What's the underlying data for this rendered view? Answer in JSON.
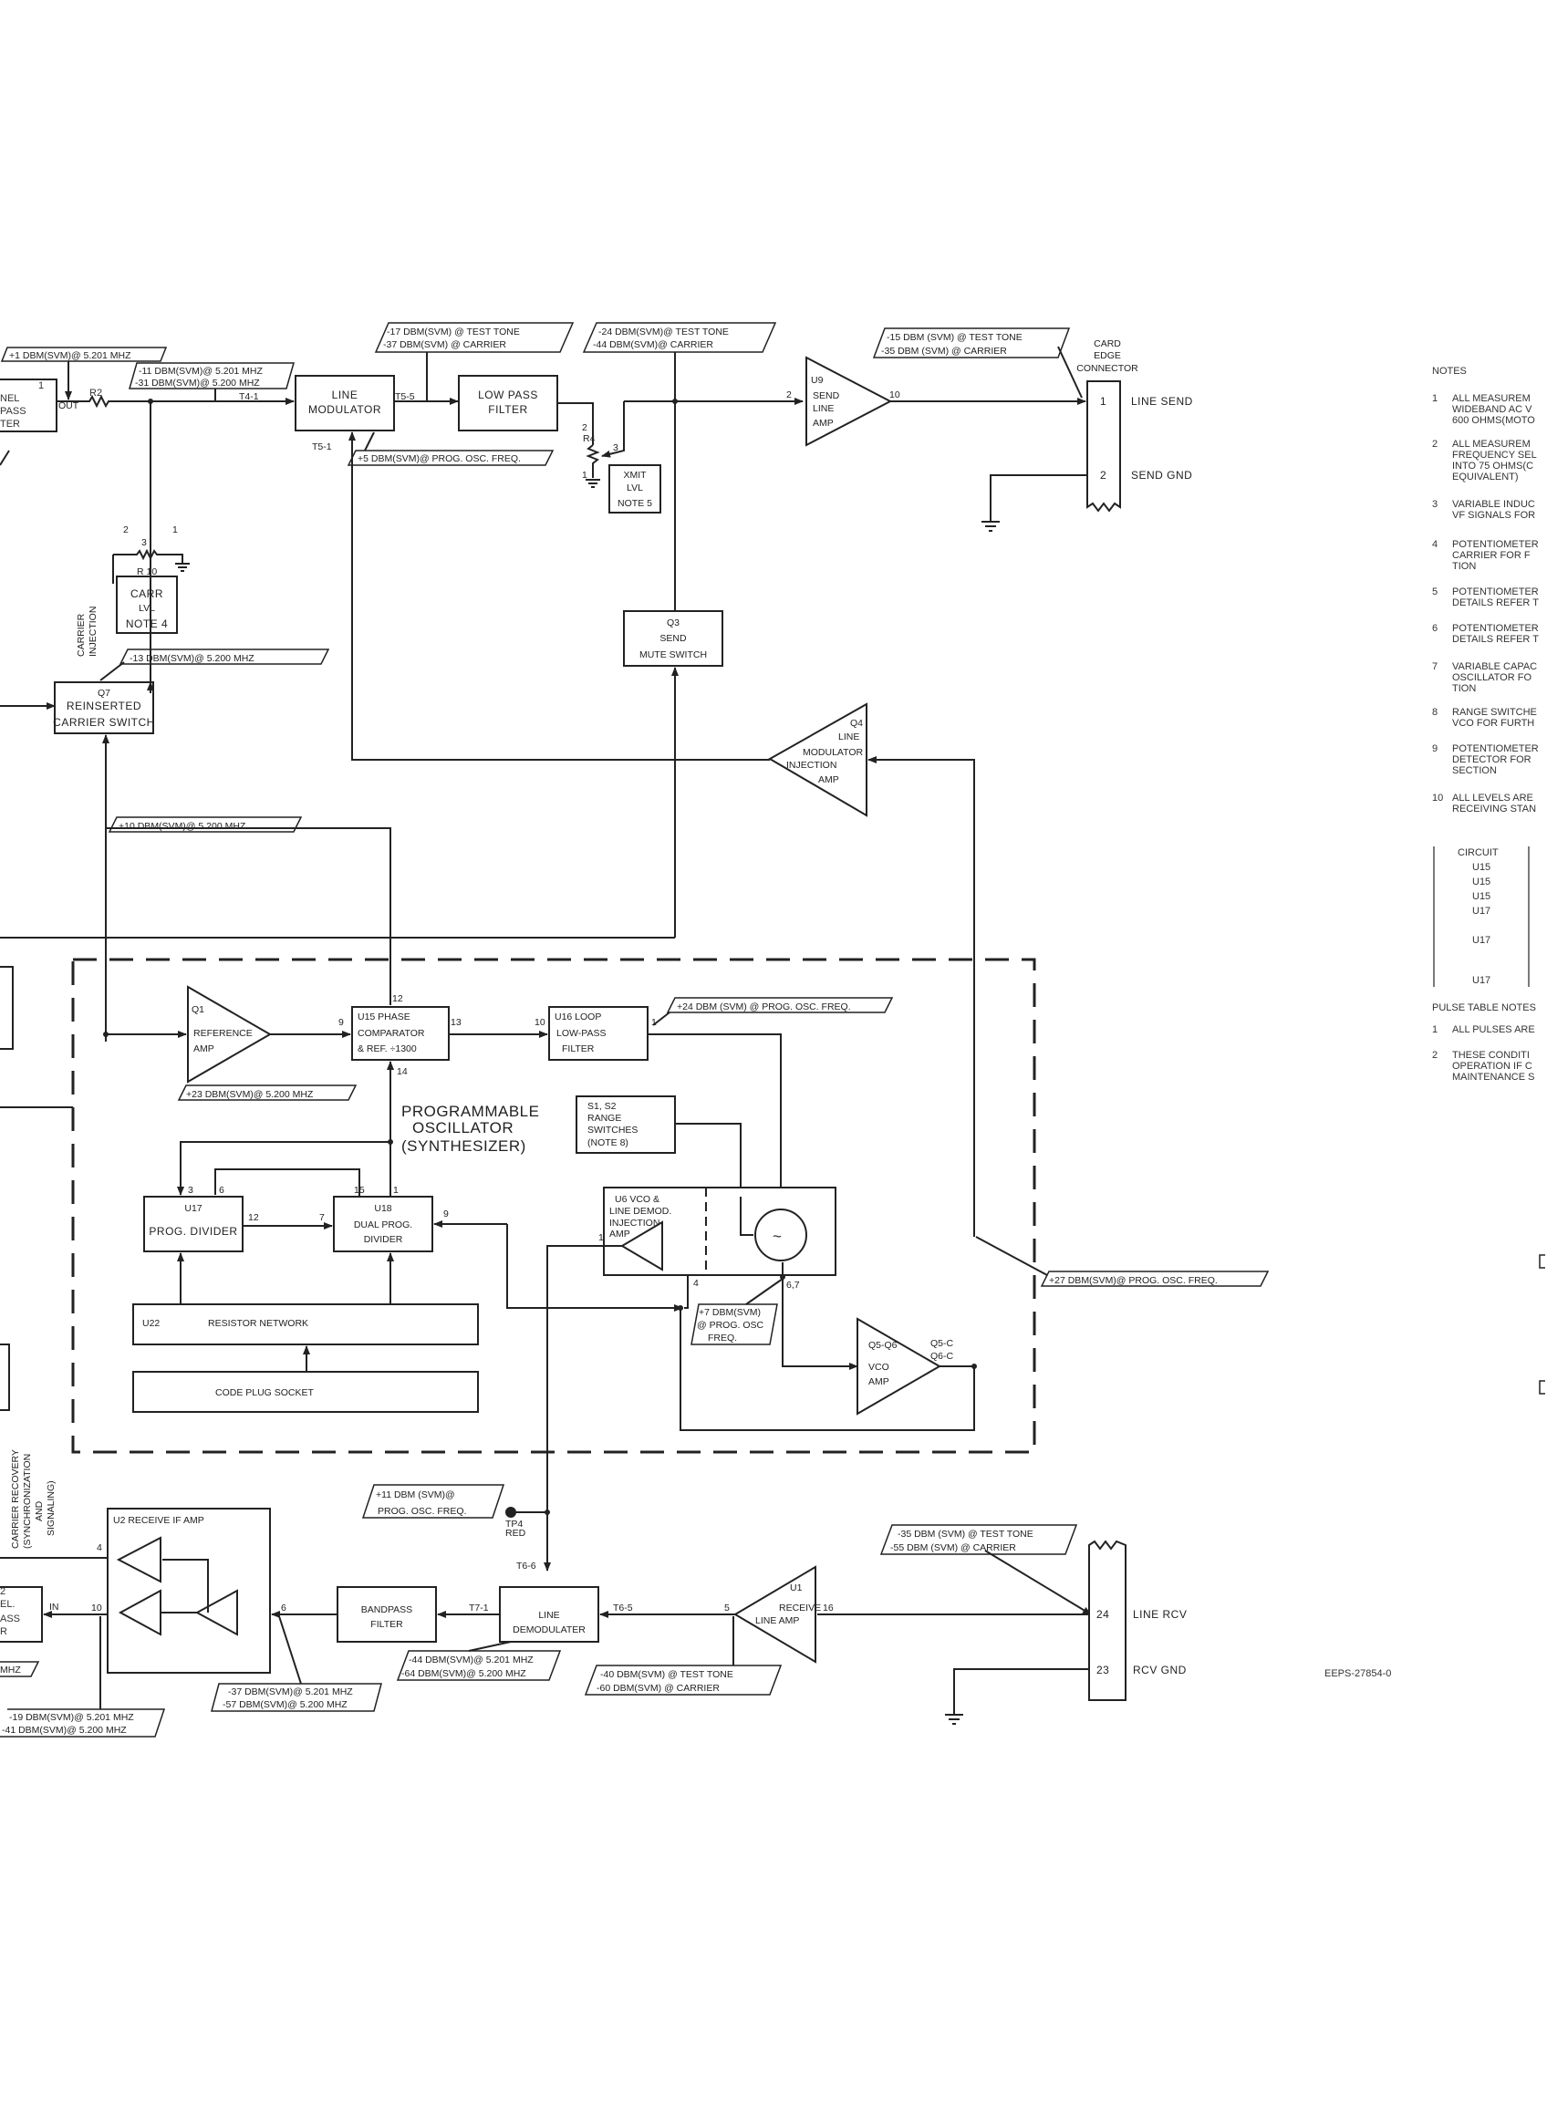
{
  "drawing_number": "EEPS-27854-0",
  "card_edge": {
    "title": [
      "CARD",
      "EDGE",
      "CONNECTOR"
    ],
    "pins": [
      {
        "num": "1",
        "name": "LINE SEND"
      },
      {
        "num": "2",
        "name": "SEND GND"
      },
      {
        "num": "24",
        "name": "LINE RCV"
      },
      {
        "num": "23",
        "name": "RCV GND"
      }
    ]
  },
  "blocks": {
    "line_modulator": [
      "LINE",
      "MODULATOR"
    ],
    "low_pass_filter": [
      "LOW PASS",
      "FILTER"
    ],
    "send_line_amp": [
      "U9",
      "SEND",
      "LINE",
      "AMP"
    ],
    "xmit_lvl": [
      "XMIT",
      "LVL",
      "NOTE 5"
    ],
    "send_mute": [
      "Q3",
      "SEND",
      "MUTE SWITCH"
    ],
    "carr_lvl": [
      "CARR",
      "LVL",
      "NOTE 4"
    ],
    "carrier_switch": [
      "Q7",
      "REINSERTED",
      "CARRIER SWITCH"
    ],
    "carrier_injection": [
      "CARRIER",
      "INJECTION"
    ],
    "lm_injection_amp": [
      "Q4",
      "LINE",
      "MODULATOR",
      "INJECTION",
      "AMP"
    ],
    "reference_amp": [
      "Q1",
      "REFERENCE",
      "AMP"
    ],
    "phase_comp": [
      "U15   PHASE",
      "COMPARATOR",
      "& REF. ÷1300"
    ],
    "loop_filter": [
      "U16   LOOP",
      "LOW-PASS",
      "FILTER"
    ],
    "synth_title": [
      "PROGRAMMABLE",
      "OSCILLATOR",
      "(SYNTHESIZER)"
    ],
    "range_switches": [
      "S1, S2",
      "RANGE",
      "SWITCHES",
      "(NOTE 8)"
    ],
    "prog_divider": [
      "U17",
      "PROG. DIVIDER"
    ],
    "dual_prog_divider": [
      "U18",
      "DUAL PROG.",
      "DIVIDER"
    ],
    "vco": [
      "U6   VCO &",
      "LINE DEMOD.",
      "INJECTION",
      "AMP"
    ],
    "vco_amp": [
      "Q5-Q6",
      "VCO",
      "AMP"
    ],
    "resistor_network": [
      "U22",
      "RESISTOR  NETWORK"
    ],
    "code_plug": "CODE  PLUG  SOCKET",
    "receive_if_amp": "U2   RECEIVE IF AMP",
    "bandpass_filter": [
      "BANDPASS",
      "FILTER"
    ],
    "line_demodulator": [
      "LINE",
      "DEMODULATER"
    ],
    "receive_line_amp": [
      "U1",
      "RECEIVE",
      "LINE AMP"
    ],
    "carrier_recovery": [
      "CARRIER RECOVERY",
      "(SYNCHRONIZATION",
      "AND",
      "SIGNALING)"
    ],
    "left_filter_top": [
      "1",
      "NEL",
      "PASS",
      "TER"
    ],
    "left_filter_bottom": [
      "2",
      "EL.",
      "ASS",
      "R"
    ]
  },
  "levels": {
    "l1": "+1 DBM(SVM)@ 5.201 MHZ",
    "l2a": "-11 DBM(SVM)@ 5.201 MHZ",
    "l2b": "-31 DBM(SVM)@ 5.200 MHZ",
    "l3a": "-17 DBM(SVM) @ TEST TONE",
    "l3b": "-37 DBM(SVM) @ CARRIER",
    "l4a": "-24 DBM(SVM)@ TEST TONE",
    "l4b": "-44 DBM(SVM)@ CARRIER",
    "l5a": "-15 DBM (SVM) @ TEST TONE",
    "l5b": "-35 DBM (SVM) @ CARRIER",
    "l6": "+5 DBM(SVM)@ PROG. OSC. FREQ.",
    "l7": "-13 DBM(SVM)@ 5.200 MHZ",
    "l8": "+10 DBM(SVM)@ 5.200 MHZ",
    "l9": "+23 DBM(SVM)@ 5.200 MHZ",
    "l10": "+24 DBM (SVM) @ PROG. OSC. FREQ.",
    "l11": "+27 DBM(SVM)@ PROG. OSC. FREQ.",
    "l12": [
      "+7 DBM(SVM)",
      "@ PROG. OSC",
      "FREQ."
    ],
    "l13": [
      "+11 DBM (SVM)@",
      "PROG. OSC. FREQ."
    ],
    "l14a": "-35 DBM (SVM) @ TEST TONE",
    "l14b": "-55 DBM (SVM) @ CARRIER",
    "l15a": "-44 DBM(SVM)@ 5.201 MHZ",
    "l15b": "-64 DBM(SVM)@ 5.200 MHZ",
    "l16a": "-37 DBM(SVM)@ 5.201 MHZ",
    "l16b": "-57 DBM(SVM)@ 5.200 MHZ",
    "l17a": "-40 DBM(SVM) @ TEST TONE",
    "l17b": "-60 DBM(SVM) @ CARRIER",
    "l18a": "-19 DBM(SVM)@ 5.201 MHZ",
    "l18b": "-41 DBM(SVM)@ 5.200 MHZ",
    "l19": "MHZ"
  },
  "refs": {
    "r2": "R2",
    "out": "OUT",
    "t4": "T4-1",
    "t5_5": "T5-5",
    "t5_1": "T5-1",
    "r4": "R4",
    "r10": "R 10",
    "tp4": [
      "TP4",
      "RED"
    ],
    "t6_6": "T6-6",
    "t7_1": "T7-1",
    "t6_5": "T6-5",
    "in": "IN",
    "q5c": "Q5-C",
    "q6c": "Q6-C"
  },
  "notes": {
    "title": "NOTES",
    "items": [
      [
        "1",
        "ALL  MEASUREM",
        "WIDEBAND AC V",
        "600 OHMS(MOTO"
      ],
      [
        "2",
        "ALL  MEASUREM",
        "FREQUENCY SEL",
        "INTO 75 OHMS(C",
        "EQUIVALENT)"
      ],
      [
        "3",
        "VARIABLE INDUC",
        "VF SIGNALS FOR"
      ],
      [
        "4",
        "POTENTIOMETER",
        "CARRIER  FOR F",
        "TION"
      ],
      [
        "5",
        "POTENTIOMETER",
        "DETAILS REFER T"
      ],
      [
        "6",
        "POTENTIOMETER",
        "DETAILS REFER T"
      ],
      [
        "7",
        "VARIABLE CAPAC",
        "OSCILLATOR  FO",
        "TION"
      ],
      [
        "8",
        "RANGE SWITCHE",
        "VCO  FOR FURTH"
      ],
      [
        "9",
        "POTENTIOMETER",
        "DETECTOR  FOR",
        "SECTION"
      ],
      [
        "10",
        "ALL LEVELS ARE",
        "RECEIVING STAN"
      ]
    ],
    "circuit_header": "CIRCUIT",
    "circuit_rows": [
      "U15",
      "U15",
      "U15",
      "U17",
      "U17",
      "U17"
    ],
    "pulse_title": "PULSE TABLE NOTES",
    "pulse_items": [
      [
        "1",
        "ALL PULSES ARE"
      ],
      [
        "2",
        "THESE  CONDITI",
        "OPERATION  IF C",
        "MAINTENANCE S"
      ]
    ]
  }
}
